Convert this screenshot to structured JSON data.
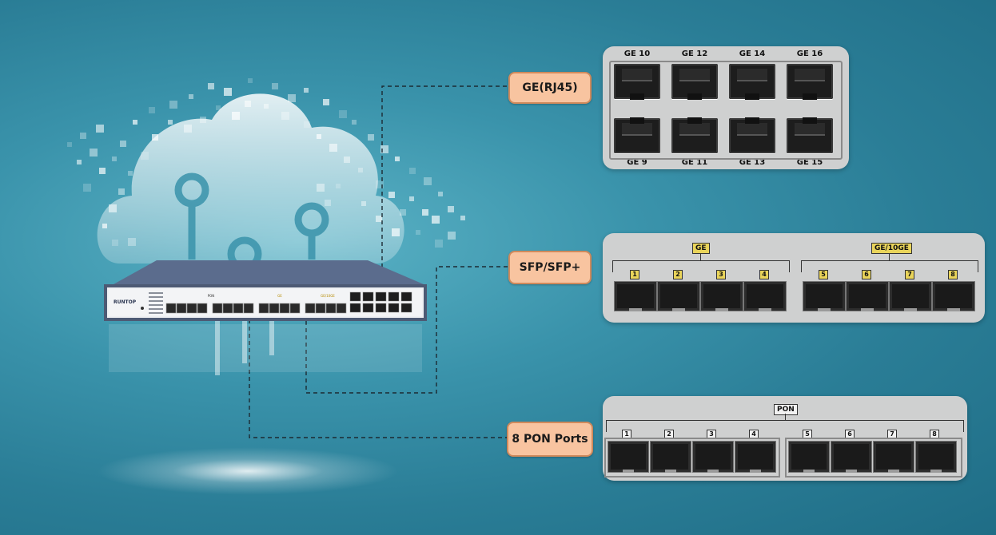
{
  "device": {
    "brand": "RUNTOP",
    "port_groups": [
      "PON",
      "GE",
      "GE/10GE"
    ]
  },
  "callouts": [
    {
      "id": "rj45",
      "label": "GE(RJ45)"
    },
    {
      "id": "sfp",
      "label": "SFP/SFP+"
    },
    {
      "id": "pon",
      "label": "8 PON Ports"
    }
  ],
  "rj45_panel": {
    "top_labels": [
      "GE 10",
      "GE 12",
      "GE 14",
      "GE 16"
    ],
    "bottom_labels": [
      "GE 9",
      "GE 11",
      "GE 13",
      "GE 15"
    ]
  },
  "sfp_panel": {
    "groups": [
      {
        "name": "GE",
        "ports": [
          "1",
          "2",
          "3",
          "4"
        ]
      },
      {
        "name": "GE/10GE",
        "ports": [
          "5",
          "6",
          "7",
          "8"
        ]
      }
    ]
  },
  "pon_panel": {
    "group": "PON",
    "ports": [
      "1",
      "2",
      "3",
      "4",
      "5",
      "6",
      "7",
      "8"
    ]
  },
  "colors": {
    "callout_fill": "#f8c4a0",
    "callout_border": "#d08a5c",
    "panel_fill": "#cfd0d0",
    "label_highlight": "#e9d45a",
    "background": "#2a7d96"
  }
}
